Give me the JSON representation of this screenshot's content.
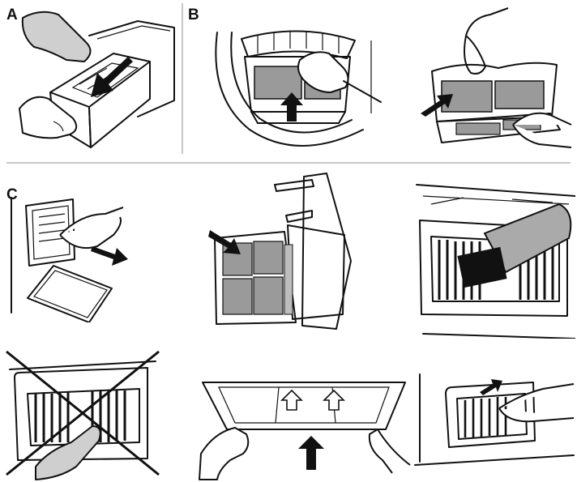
{
  "labels": {
    "a": "A",
    "b": "B",
    "c": "C"
  },
  "colors": {
    "ink": "#111111",
    "glove": "#cfcfcf",
    "lint": "#9a9a9a",
    "divider": "#c8c8c8"
  },
  "icons": {
    "hand": "hand-icon",
    "arrow": "arrow-icon",
    "cross": "cross-icon"
  }
}
